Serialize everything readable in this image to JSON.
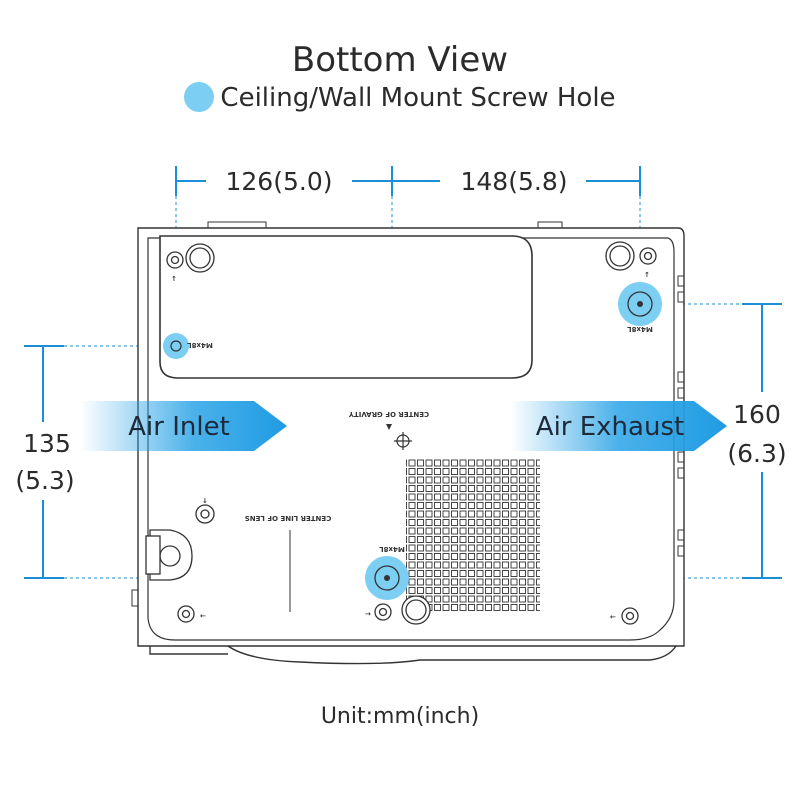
{
  "title": "Bottom View",
  "legend": {
    "label": "Ceiling/Wall Mount Screw Hole",
    "color": "#7ccff2"
  },
  "dimensions": {
    "top_left": "126(5.0)",
    "top_right": "148(5.8)",
    "left_value": "135",
    "left_inch": "(5.3)",
    "right_value": "160",
    "right_inch": "(6.3)"
  },
  "arrows": {
    "inlet": "Air Inlet",
    "exhaust": "Air Exhaust"
  },
  "labels": {
    "center_of_gravity": "CENTER OF GRAVITY",
    "center_line_of_lens": "CENTER LINE OF LENS",
    "screw_spec": "M4x8L"
  },
  "unit": "Unit:mm(inch)",
  "colors": {
    "dimension_line": "#1a8fd8",
    "arrow_fill": "#2aa3e6",
    "screw_hole": "#7ccff2",
    "outline": "#333333"
  }
}
